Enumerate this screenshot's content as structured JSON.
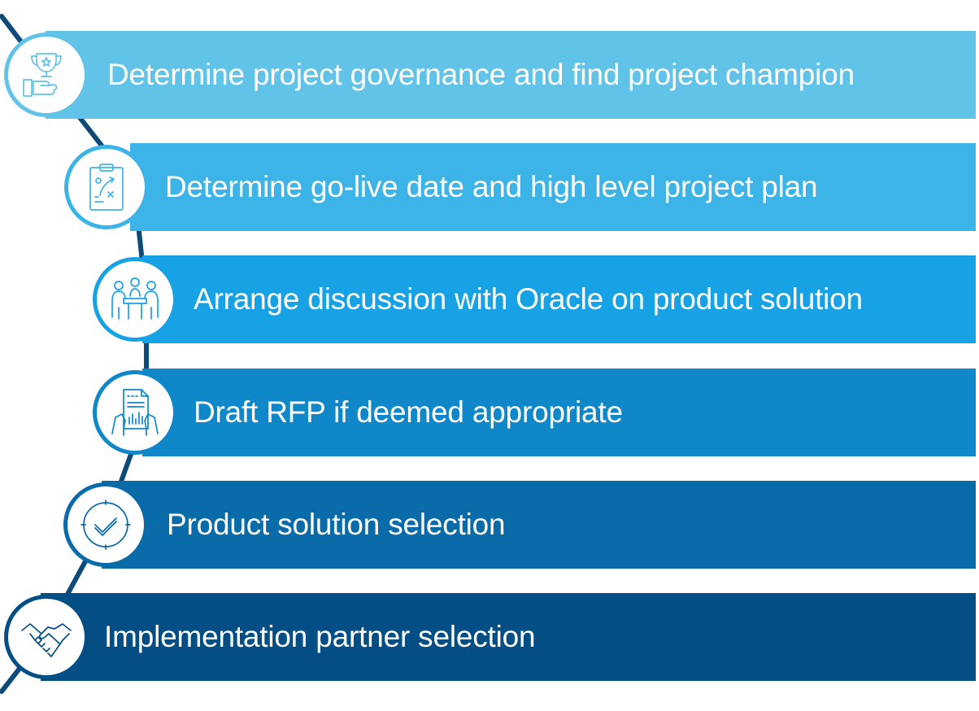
{
  "steps": [
    {
      "label": "Determine project governance and find project champion",
      "icon": "trophy-hand-icon",
      "color": "#62c3e8"
    },
    {
      "label": "Determine go-live date and high level project plan",
      "icon": "clipboard-plan-icon",
      "color": "#3db4e7"
    },
    {
      "label": "Arrange discussion with Oracle on product solution",
      "icon": "meeting-icon",
      "color": "#17a2e6"
    },
    {
      "label": "Draft RFP if deemed appropriate",
      "icon": "document-hands-icon",
      "color": "#0f87c8"
    },
    {
      "label": "Product solution selection",
      "icon": "checkmark-circle-icon",
      "color": "#0a6ba9"
    },
    {
      "label": "Implementation partner selection",
      "icon": "handshake-icon",
      "color": "#034f85"
    }
  ],
  "connector_color": "#0c4a7a"
}
